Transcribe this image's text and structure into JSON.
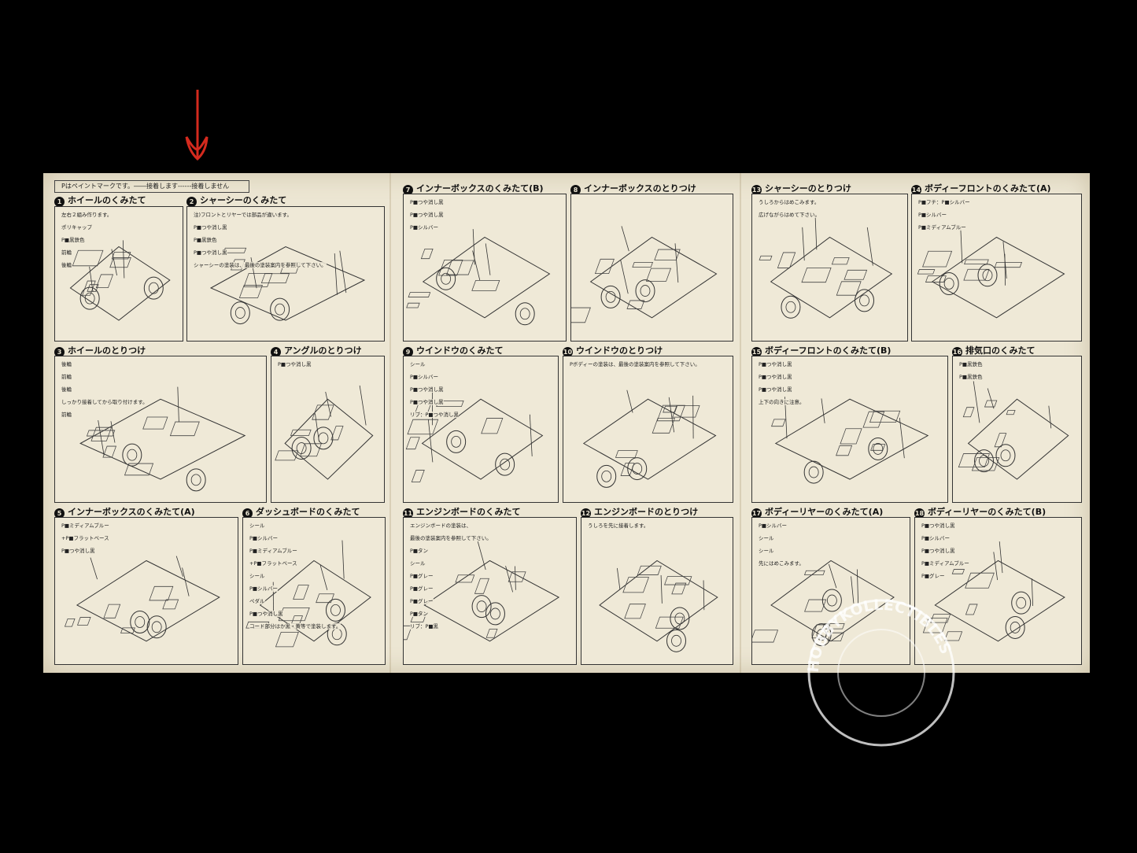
{
  "legend": "Pはペイントマークです。――接着します------接着しません",
  "steps": [
    {
      "num": "1",
      "title": "ホイールのくみたて",
      "captions": [
        "左右２組み作ります。",
        "ポリキャップ",
        "P■黒鉄色",
        "前輪",
        "後輪"
      ]
    },
    {
      "num": "2",
      "title": "シャーシーのくみたて",
      "captions": [
        "注)フロントとリヤーでは部品が違います。",
        "P■つや消し黒",
        "P■黒鉄色",
        "P■つや消し黒",
        "シャーシーの塗装は、最後の塗装案内を参照して下さい。"
      ]
    },
    {
      "num": "3",
      "title": "ホイールのとりつけ",
      "captions": [
        "後輪",
        "前輪",
        "後輪",
        "しっかり接着してから取り付けます。",
        "前輪"
      ]
    },
    {
      "num": "4",
      "title": "アングルのとりつけ",
      "captions": [
        "P■つや消し黒"
      ]
    },
    {
      "num": "5",
      "title": "インナーボックスのくみたて(A)",
      "captions": [
        "P■ミディアムブルー",
        "+P■フラットベース",
        "P■つや消し黒"
      ]
    },
    {
      "num": "6",
      "title": "ダッシュボードのくみたて",
      "captions": [
        "シール",
        "P■シルバー",
        "P■ミディアムブルー",
        "+P■フラットベース",
        "シール",
        "P■シルバー",
        "ペダル",
        "P■つや消し黒",
        "コード部分はか黒・黄等で塗装します。"
      ]
    },
    {
      "num": "7",
      "title": "インナーボックスのくみたて(B)",
      "captions": [
        "P■つや消し黒",
        "P■つや消し黒",
        "P■シルバー"
      ]
    },
    {
      "num": "8",
      "title": "インナーボックスのとりつけ",
      "captions": []
    },
    {
      "num": "9",
      "title": "ウインドウのくみたて",
      "captions": [
        "シール",
        "P■シルバー",
        "P■つや消し黒",
        "P■つや消し黒",
        "リブ：P■つや消し黒"
      ]
    },
    {
      "num": "10",
      "title": "ウインドウのとりつけ",
      "captions": [
        "Pボディーの塗装は、最後の塗装案内を参照して下さい。"
      ]
    },
    {
      "num": "11",
      "title": "エンジンボードのくみたて",
      "captions": [
        "エンジンボードの塗装は、",
        "最後の塗装案内を参照して下さい。",
        "P■タン",
        "シール",
        "P■グレー",
        "P■グレー",
        "P■グレー",
        "P■タン",
        "リブ：P■黒"
      ]
    },
    {
      "num": "12",
      "title": "エンジンボードのとりつけ",
      "captions": [
        "うしろを先に接着します。"
      ]
    },
    {
      "num": "13",
      "title": "シャーシーのとりつけ",
      "captions": [
        "うしろからはめこみます。",
        "広げながらはめて下さい。"
      ]
    },
    {
      "num": "14",
      "title": "ボディーフロントのくみたて(A)",
      "captions": [
        "P■フチ：P■シルバー",
        "P■シルバー",
        "P■ミディアムブルー"
      ]
    },
    {
      "num": "15",
      "title": "ボディーフロントのくみたて(B)",
      "captions": [
        "P■つや消し黒",
        "P■つや消し黒",
        "P■つや消し黒",
        "上下の向きに注意。"
      ]
    },
    {
      "num": "16",
      "title": "排気口のくみたて",
      "captions": [
        "P■黒鉄色",
        "P■黒鉄色"
      ]
    },
    {
      "num": "17",
      "title": "ボディーリヤーのくみたて(A)",
      "captions": [
        "P■シルバー",
        "シール",
        "シール",
        "先にはめこみます。"
      ]
    },
    {
      "num": "18",
      "title": "ボディーリヤーのくみたて(B)",
      "captions": [
        "P■つや消し黒",
        "P■シルバー",
        "P■つや消し黒",
        "P■ミディアムブルー",
        "P■グレー"
      ]
    }
  ],
  "watermark": "HOBBYKOLLECTIBLES",
  "colors": {
    "background": "#000000",
    "paper": "#ece6d3",
    "ink": "#222222",
    "annotation_arrow": "#d42a1e"
  }
}
